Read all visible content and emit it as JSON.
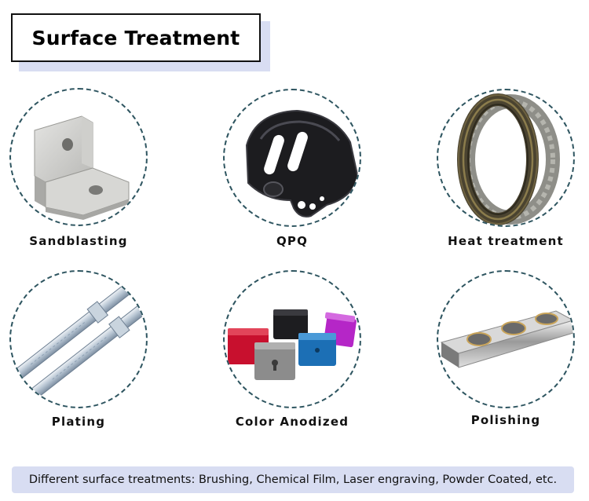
{
  "title": "Surface Treatment",
  "items": [
    {
      "label": "Sandblasting",
      "image_icon": "aluminum-angle-bracket-icon"
    },
    {
      "label": "QPQ",
      "image_icon": "black-clamp-part-icon"
    },
    {
      "label": "Heat treatment",
      "image_icon": "threaded-ring-icon"
    },
    {
      "label": "Plating",
      "image_icon": "plated-shafts-icon"
    },
    {
      "label": "Color Anodized",
      "image_icon": "anodized-blocks-icon"
    },
    {
      "label": "Polishing",
      "image_icon": "polished-plate-icon"
    }
  ],
  "footer": "Different surface treatments: Brushing, Chemical Film, Laser engraving, Powder Coated, etc.",
  "colors": {
    "accent_band": "#d8ddf2",
    "circle_border": "#2e5560",
    "text": "#111111"
  }
}
